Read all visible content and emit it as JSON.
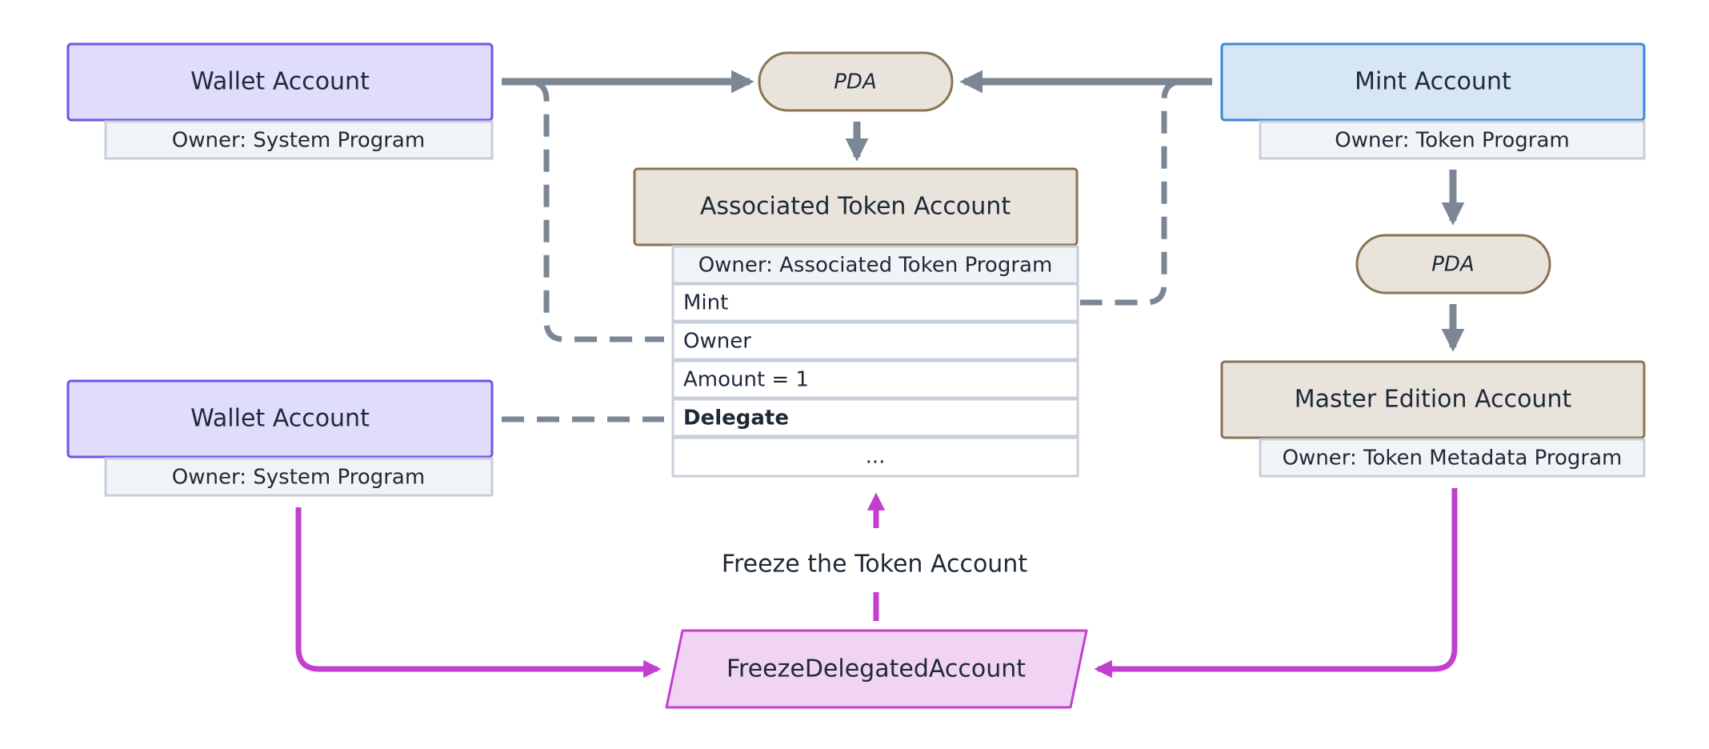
{
  "wallet_top": {
    "title": "Wallet Account",
    "owner": "Owner: System Program"
  },
  "wallet_bottom": {
    "title": "Wallet Account",
    "owner": "Owner: System Program"
  },
  "mint": {
    "title": "Mint Account",
    "owner": "Owner: Token Program"
  },
  "pda_top": {
    "label": "PDA"
  },
  "pda_right": {
    "label": "PDA"
  },
  "ata": {
    "title": "Associated Token Account",
    "owner": "Owner: Associated Token Program",
    "fields": [
      "Mint",
      "Owner",
      "Amount = 1",
      "Delegate",
      "..."
    ]
  },
  "master_edition": {
    "title": "Master Edition Account",
    "owner": "Owner: Token Metadata Program"
  },
  "freeze_label": "Freeze the Token Account",
  "instruction": {
    "label": "FreezeDelegatedAccount"
  },
  "colors": {
    "wallet_fill": "#e0dcfb",
    "wallet_stroke": "#7352e6",
    "mint_fill": "#d6e6f7",
    "mint_stroke": "#3889d6",
    "tan_fill": "#e8e4dc",
    "tan_stroke": "#8b7355",
    "owner_fill": "#f1f4f7",
    "owner_stroke": "#c7cfd8",
    "arrow_gray": "#7b8794",
    "instr_fill": "#f1d3f3",
    "instr_stroke": "#c23fcf"
  }
}
